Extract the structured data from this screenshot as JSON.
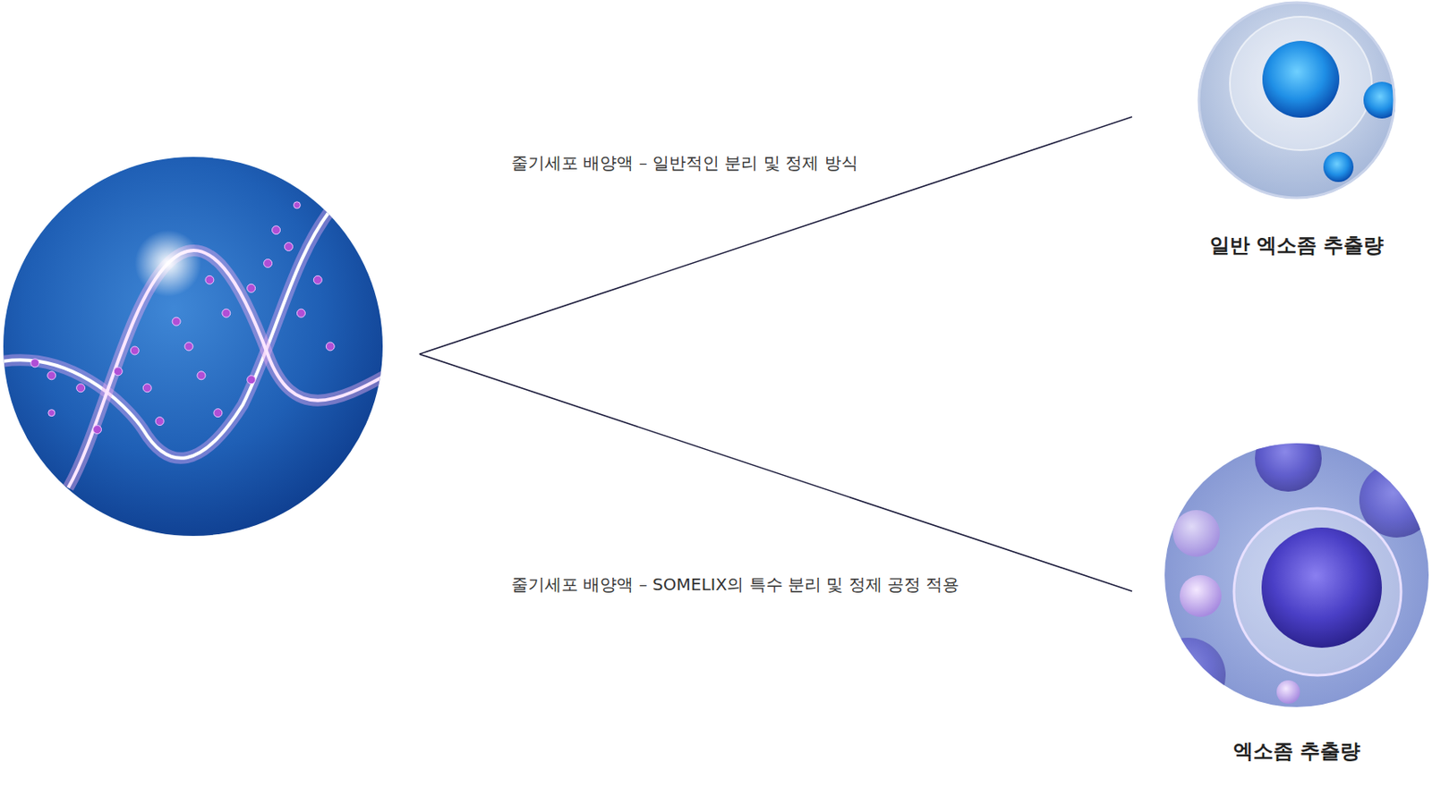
{
  "diagram": {
    "nodes": [
      {
        "text": []
      },
      {
        "text": [
          "일반 엑소좀 추출량"
        ]
      },
      {
        "text": [
          "엑소좀 추출량"
        ]
      }
    ],
    "edges": [
      {
        "from": 0,
        "to": 1,
        "arrow": "none",
        "label": "줄기세포 배양액 – 일반적인 분리 및 정제 방식"
      },
      {
        "from": 0,
        "to": 2,
        "arrow": "none",
        "label": "줄기세포 배양액 – SOMELIX의 특수 분리 및 정제 공정 적용"
      }
    ]
  }
}
